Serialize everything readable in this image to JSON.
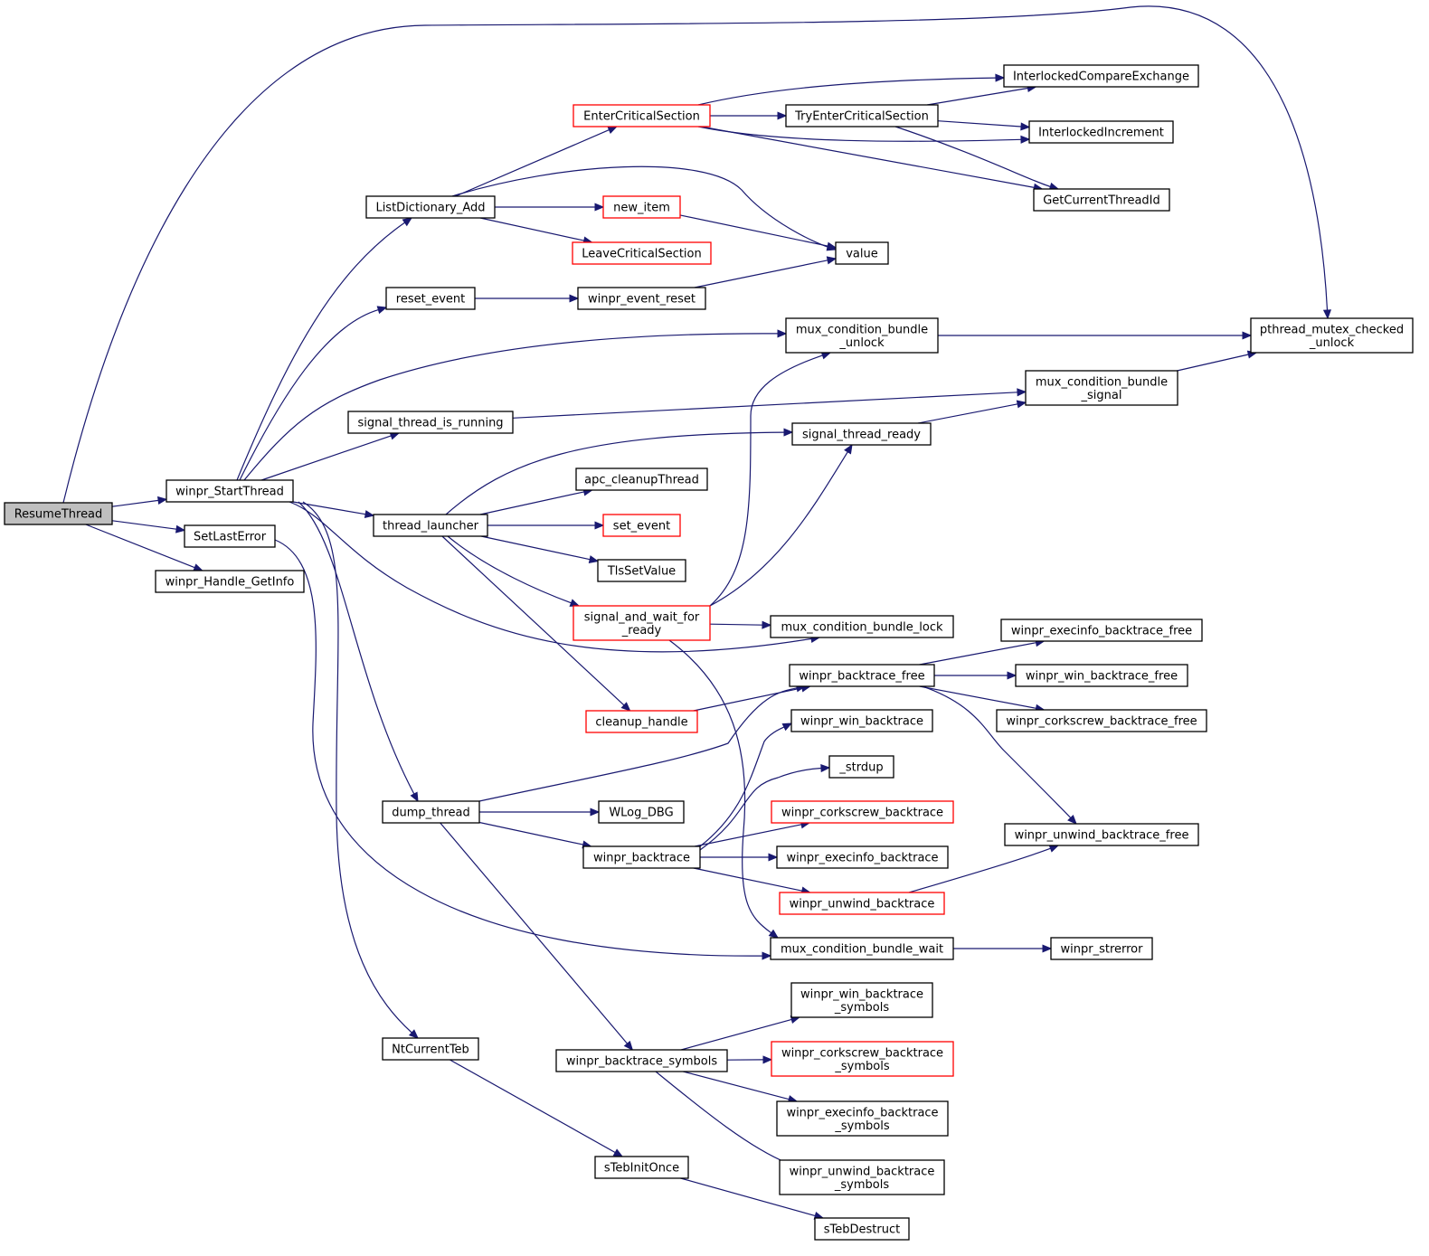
{
  "diagram": {
    "type": "call-graph",
    "colors": {
      "edge": "#191970",
      "node_border": "#000000",
      "truncated_node_border": "#ff0000",
      "root_fill": "#bfbfbf",
      "node_fill": "#ffffff"
    },
    "nodes": [
      {
        "id": "ResumeThread",
        "lines": [
          "ResumeThread"
        ],
        "style": "root"
      },
      {
        "id": "winpr_StartThread",
        "lines": [
          "winpr_StartThread"
        ],
        "style": "normal"
      },
      {
        "id": "SetLastError",
        "lines": [
          "SetLastError"
        ],
        "style": "normal"
      },
      {
        "id": "winpr_Handle_GetInfo",
        "lines": [
          "winpr_Handle_GetInfo"
        ],
        "style": "normal"
      },
      {
        "id": "ListDictionary_Add",
        "lines": [
          "ListDictionary_Add"
        ],
        "style": "normal"
      },
      {
        "id": "reset_event",
        "lines": [
          "reset_event"
        ],
        "style": "normal"
      },
      {
        "id": "signal_thread_is_running",
        "lines": [
          "signal_thread_is_running"
        ],
        "style": "normal"
      },
      {
        "id": "thread_launcher",
        "lines": [
          "thread_launcher"
        ],
        "style": "normal"
      },
      {
        "id": "dump_thread",
        "lines": [
          "dump_thread"
        ],
        "style": "normal"
      },
      {
        "id": "NtCurrentTeb",
        "lines": [
          "NtCurrentTeb"
        ],
        "style": "normal"
      },
      {
        "id": "EnterCriticalSection",
        "lines": [
          "EnterCriticalSection"
        ],
        "style": "truncated"
      },
      {
        "id": "new_item",
        "lines": [
          "new_item"
        ],
        "style": "truncated"
      },
      {
        "id": "LeaveCriticalSection",
        "lines": [
          "LeaveCriticalSection"
        ],
        "style": "truncated"
      },
      {
        "id": "winpr_event_reset",
        "lines": [
          "winpr_event_reset"
        ],
        "style": "normal"
      },
      {
        "id": "apc_cleanupThread",
        "lines": [
          "apc_cleanupThread"
        ],
        "style": "normal"
      },
      {
        "id": "set_event",
        "lines": [
          "set_event"
        ],
        "style": "truncated"
      },
      {
        "id": "TlsSetValue",
        "lines": [
          "TlsSetValue"
        ],
        "style": "normal"
      },
      {
        "id": "signal_and_wait_for_ready",
        "lines": [
          "signal_and_wait_for",
          "_ready"
        ],
        "style": "truncated"
      },
      {
        "id": "cleanup_handle",
        "lines": [
          "cleanup_handle"
        ],
        "style": "truncated"
      },
      {
        "id": "WLog_DBG",
        "lines": [
          "WLog_DBG"
        ],
        "style": "normal"
      },
      {
        "id": "winpr_backtrace",
        "lines": [
          "winpr_backtrace"
        ],
        "style": "normal"
      },
      {
        "id": "winpr_backtrace_symbols",
        "lines": [
          "winpr_backtrace_symbols"
        ],
        "style": "normal"
      },
      {
        "id": "sTebInitOnce",
        "lines": [
          "sTebInitOnce"
        ],
        "style": "normal"
      },
      {
        "id": "TryEnterCriticalSection",
        "lines": [
          "TryEnterCriticalSection"
        ],
        "style": "normal"
      },
      {
        "id": "value",
        "lines": [
          "value"
        ],
        "style": "normal"
      },
      {
        "id": "mux_condition_bundle_unlock",
        "lines": [
          "mux_condition_bundle",
          "_unlock"
        ],
        "style": "normal"
      },
      {
        "id": "signal_thread_ready",
        "lines": [
          "signal_thread_ready"
        ],
        "style": "normal"
      },
      {
        "id": "mux_condition_bundle_lock",
        "lines": [
          "mux_condition_bundle_lock"
        ],
        "style": "normal"
      },
      {
        "id": "winpr_backtrace_free",
        "lines": [
          "winpr_backtrace_free"
        ],
        "style": "normal"
      },
      {
        "id": "winpr_win_backtrace",
        "lines": [
          "winpr_win_backtrace"
        ],
        "style": "normal"
      },
      {
        "id": "_strdup",
        "lines": [
          "_strdup"
        ],
        "style": "normal"
      },
      {
        "id": "winpr_corkscrew_backtrace",
        "lines": [
          "winpr_corkscrew_backtrace"
        ],
        "style": "truncated"
      },
      {
        "id": "winpr_execinfo_backtrace",
        "lines": [
          "winpr_execinfo_backtrace"
        ],
        "style": "normal"
      },
      {
        "id": "winpr_unwind_backtrace",
        "lines": [
          "winpr_unwind_backtrace"
        ],
        "style": "truncated"
      },
      {
        "id": "mux_condition_bundle_wait",
        "lines": [
          "mux_condition_bundle_wait"
        ],
        "style": "normal"
      },
      {
        "id": "winpr_win_backtrace_symbols",
        "lines": [
          "winpr_win_backtrace",
          "_symbols"
        ],
        "style": "normal"
      },
      {
        "id": "winpr_corkscrew_backtrace_symbols",
        "lines": [
          "winpr_corkscrew_backtrace",
          "_symbols"
        ],
        "style": "truncated"
      },
      {
        "id": "winpr_execinfo_backtrace_symbols",
        "lines": [
          "winpr_execinfo_backtrace",
          "_symbols"
        ],
        "style": "normal"
      },
      {
        "id": "winpr_unwind_backtrace_symbols",
        "lines": [
          "winpr_unwind_backtrace",
          "_symbols"
        ],
        "style": "normal"
      },
      {
        "id": "sTebDestruct",
        "lines": [
          "sTebDestruct"
        ],
        "style": "normal"
      },
      {
        "id": "InterlockedCompareExchange",
        "lines": [
          "InterlockedCompareExchange"
        ],
        "style": "normal"
      },
      {
        "id": "InterlockedIncrement",
        "lines": [
          "InterlockedIncrement"
        ],
        "style": "normal"
      },
      {
        "id": "GetCurrentThreadId",
        "lines": [
          "GetCurrentThreadId"
        ],
        "style": "normal"
      },
      {
        "id": "pthread_mutex_checked_unlock",
        "lines": [
          "pthread_mutex_checked",
          "_unlock"
        ],
        "style": "normal"
      },
      {
        "id": "mux_condition_bundle_signal",
        "lines": [
          "mux_condition_bundle",
          "_signal"
        ],
        "style": "normal"
      },
      {
        "id": "winpr_execinfo_backtrace_free",
        "lines": [
          "winpr_execinfo_backtrace_free"
        ],
        "style": "normal"
      },
      {
        "id": "winpr_win_backtrace_free",
        "lines": [
          "winpr_win_backtrace_free"
        ],
        "style": "normal"
      },
      {
        "id": "winpr_corkscrew_backtrace_free",
        "lines": [
          "winpr_corkscrew_backtrace_free"
        ],
        "style": "normal"
      },
      {
        "id": "winpr_unwind_backtrace_free",
        "lines": [
          "winpr_unwind_backtrace_free"
        ],
        "style": "normal"
      },
      {
        "id": "winpr_strerror",
        "lines": [
          "winpr_strerror"
        ],
        "style": "normal"
      }
    ],
    "edges": [
      {
        "from": "ResumeThread",
        "to": "pthread_mutex_checked_unlock"
      },
      {
        "from": "ResumeThread",
        "to": "winpr_StartThread"
      },
      {
        "from": "ResumeThread",
        "to": "SetLastError"
      },
      {
        "from": "ResumeThread",
        "to": "winpr_Handle_GetInfo"
      },
      {
        "from": "winpr_StartThread",
        "to": "ListDictionary_Add"
      },
      {
        "from": "winpr_StartThread",
        "to": "reset_event"
      },
      {
        "from": "winpr_StartThread",
        "to": "mux_condition_bundle_unlock"
      },
      {
        "from": "winpr_StartThread",
        "to": "signal_thread_is_running"
      },
      {
        "from": "winpr_StartThread",
        "to": "thread_launcher"
      },
      {
        "from": "winpr_StartThread",
        "to": "mux_condition_bundle_lock"
      },
      {
        "from": "winpr_StartThread",
        "to": "dump_thread"
      },
      {
        "from": "winpr_StartThread",
        "to": "NtCurrentTeb"
      },
      {
        "from": "SetLastError",
        "to": "mux_condition_bundle_wait"
      },
      {
        "from": "ListDictionary_Add",
        "to": "EnterCriticalSection"
      },
      {
        "from": "ListDictionary_Add",
        "to": "value"
      },
      {
        "from": "ListDictionary_Add",
        "to": "new_item"
      },
      {
        "from": "ListDictionary_Add",
        "to": "LeaveCriticalSection"
      },
      {
        "from": "reset_event",
        "to": "winpr_event_reset"
      },
      {
        "from": "signal_thread_is_running",
        "to": "mux_condition_bundle_signal"
      },
      {
        "from": "thread_launcher",
        "to": "signal_thread_ready"
      },
      {
        "from": "thread_launcher",
        "to": "apc_cleanupThread"
      },
      {
        "from": "thread_launcher",
        "to": "set_event"
      },
      {
        "from": "thread_launcher",
        "to": "TlsSetValue"
      },
      {
        "from": "thread_launcher",
        "to": "signal_and_wait_for_ready"
      },
      {
        "from": "thread_launcher",
        "to": "cleanup_handle"
      },
      {
        "from": "dump_thread",
        "to": "winpr_backtrace_free"
      },
      {
        "from": "dump_thread",
        "to": "WLog_DBG"
      },
      {
        "from": "dump_thread",
        "to": "winpr_backtrace"
      },
      {
        "from": "dump_thread",
        "to": "winpr_backtrace_symbols"
      },
      {
        "from": "NtCurrentTeb",
        "to": "sTebInitOnce"
      },
      {
        "from": "EnterCriticalSection",
        "to": "InterlockedCompareExchange"
      },
      {
        "from": "EnterCriticalSection",
        "to": "TryEnterCriticalSection"
      },
      {
        "from": "EnterCriticalSection",
        "to": "InterlockedIncrement"
      },
      {
        "from": "EnterCriticalSection",
        "to": "GetCurrentThreadId"
      },
      {
        "from": "TryEnterCriticalSection",
        "to": "InterlockedCompareExchange"
      },
      {
        "from": "TryEnterCriticalSection",
        "to": "InterlockedIncrement"
      },
      {
        "from": "TryEnterCriticalSection",
        "to": "GetCurrentThreadId"
      },
      {
        "from": "new_item",
        "to": "value"
      },
      {
        "from": "winpr_event_reset",
        "to": "value"
      },
      {
        "from": "mux_condition_bundle_unlock",
        "to": "pthread_mutex_checked_unlock"
      },
      {
        "from": "mux_condition_bundle_signal",
        "to": "pthread_mutex_checked_unlock"
      },
      {
        "from": "signal_thread_ready",
        "to": "mux_condition_bundle_signal"
      },
      {
        "from": "signal_and_wait_for_ready",
        "to": "mux_condition_bundle_unlock"
      },
      {
        "from": "signal_and_wait_for_ready",
        "to": "signal_thread_ready"
      },
      {
        "from": "signal_and_wait_for_ready",
        "to": "mux_condition_bundle_lock"
      },
      {
        "from": "signal_and_wait_for_ready",
        "to": "mux_condition_bundle_wait"
      },
      {
        "from": "cleanup_handle",
        "to": "winpr_backtrace_free"
      },
      {
        "from": "winpr_backtrace_free",
        "to": "winpr_execinfo_backtrace_free"
      },
      {
        "from": "winpr_backtrace_free",
        "to": "winpr_win_backtrace_free"
      },
      {
        "from": "winpr_backtrace_free",
        "to": "winpr_corkscrew_backtrace_free"
      },
      {
        "from": "winpr_backtrace_free",
        "to": "winpr_unwind_backtrace_free"
      },
      {
        "from": "winpr_backtrace",
        "to": "winpr_win_backtrace"
      },
      {
        "from": "winpr_backtrace",
        "to": "_strdup"
      },
      {
        "from": "winpr_backtrace",
        "to": "winpr_corkscrew_backtrace"
      },
      {
        "from": "winpr_backtrace",
        "to": "winpr_execinfo_backtrace"
      },
      {
        "from": "winpr_backtrace",
        "to": "winpr_unwind_backtrace"
      },
      {
        "from": "winpr_unwind_backtrace",
        "to": "winpr_unwind_backtrace_free"
      },
      {
        "from": "mux_condition_bundle_wait",
        "to": "winpr_strerror"
      },
      {
        "from": "winpr_backtrace_symbols",
        "to": "winpr_win_backtrace_symbols"
      },
      {
        "from": "winpr_backtrace_symbols",
        "to": "winpr_corkscrew_backtrace_symbols"
      },
      {
        "from": "winpr_backtrace_symbols",
        "to": "winpr_execinfo_backtrace_symbols"
      },
      {
        "from": "winpr_backtrace_symbols",
        "to": "winpr_unwind_backtrace_symbols"
      },
      {
        "from": "sTebInitOnce",
        "to": "sTebDestruct"
      }
    ]
  }
}
